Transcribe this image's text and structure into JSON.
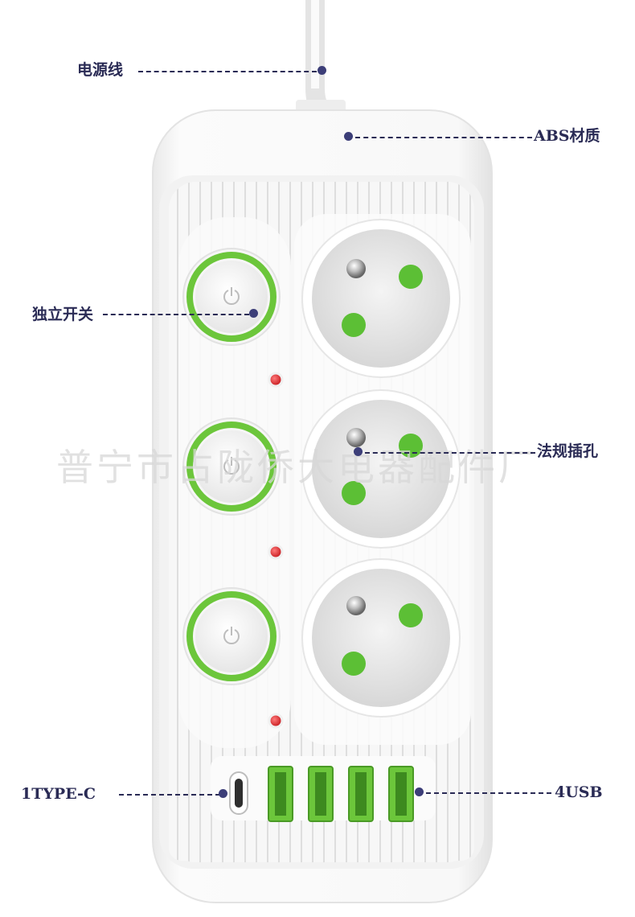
{
  "labels": {
    "power_cord": "电源线",
    "abs_material": "ABS材质",
    "independent_switch": "独立开关",
    "standard_socket": "法规插孔",
    "type_c": "1TYPE-C",
    "usb": "4USB"
  },
  "watermark": "普宁市占陇侨大电器配件厂",
  "colors": {
    "accent_green": "#6cc63b",
    "label_navy": "#2a2b55",
    "indicator_red": "#e0262a",
    "body_white": "#ffffff"
  },
  "counts": {
    "switches": 3,
    "sockets": 3,
    "usb_ports": 4,
    "type_c_ports": 1
  },
  "icons": [
    "power-icon",
    "socket-icon",
    "usb-port-icon",
    "type-c-port-icon",
    "indicator-led"
  ]
}
